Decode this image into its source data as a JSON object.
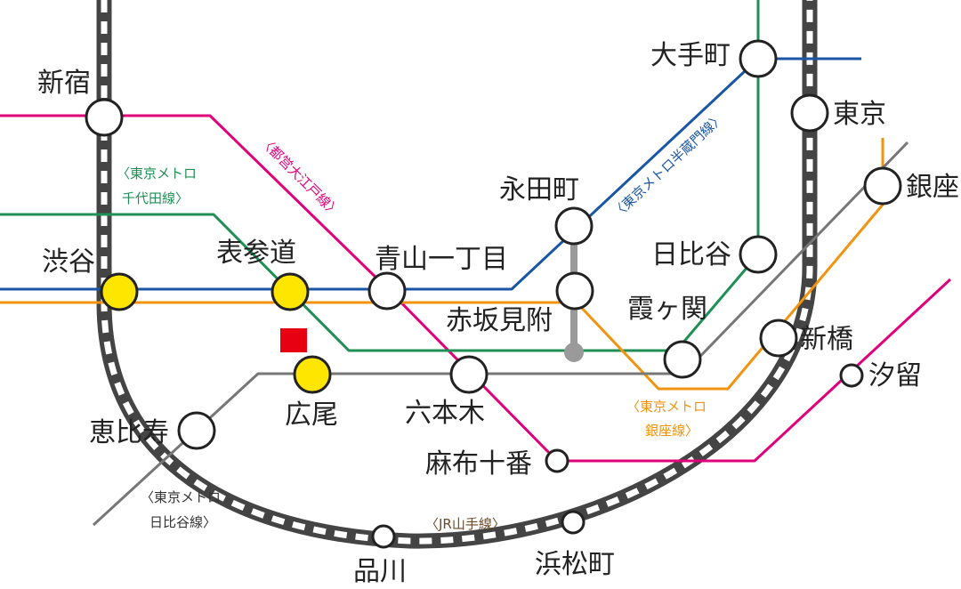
{
  "colors": {
    "yamanote": "#444444",
    "oedo": "#e0007a",
    "hanzomon": "#1a56a6",
    "chiyoda": "#1f8f55",
    "ginza": "#f2930f",
    "hibiya": "#777777",
    "highlight_station": "#ffe600",
    "destination_marker": "#e60012"
  },
  "lines": {
    "oedo": "〈都営大江戸線〉",
    "hanzomon": "〈東京メトロ半蔵門線〉",
    "chiyoda_1": "〈東京メトロ",
    "chiyoda_2": "千代田線〉",
    "ginza_1": "〈東京メトロ",
    "ginza_2": "銀座線〉",
    "hibiya_1": "〈東京メトロ",
    "hibiya_2": "日比谷線〉",
    "yamanote": "〈JR山手線〉"
  },
  "stations": {
    "shinjuku": "新宿",
    "shibuya": "渋谷",
    "omotesando": "表参道",
    "hiroo": "広尾",
    "ebisu": "恵比寿",
    "aoyama_itchome": "青山一丁目",
    "akasaka_mitsuke": "赤坂見附",
    "nagatacho": "永田町",
    "roppongi": "六本木",
    "azabu_juban": "麻布十番",
    "shinagawa": "品川",
    "hamamatsucho": "浜松町",
    "otemachi": "大手町",
    "tokyo": "東京",
    "ginza": "銀座",
    "hibiya": "日比谷",
    "kasumigaseki": "霞ヶ関",
    "shimbashi": "新橋",
    "shiodome": "汐留"
  },
  "highlighted_stations": [
    "渋谷",
    "表参道",
    "広尾"
  ],
  "destination_marker": "red-square-near-hiroo"
}
